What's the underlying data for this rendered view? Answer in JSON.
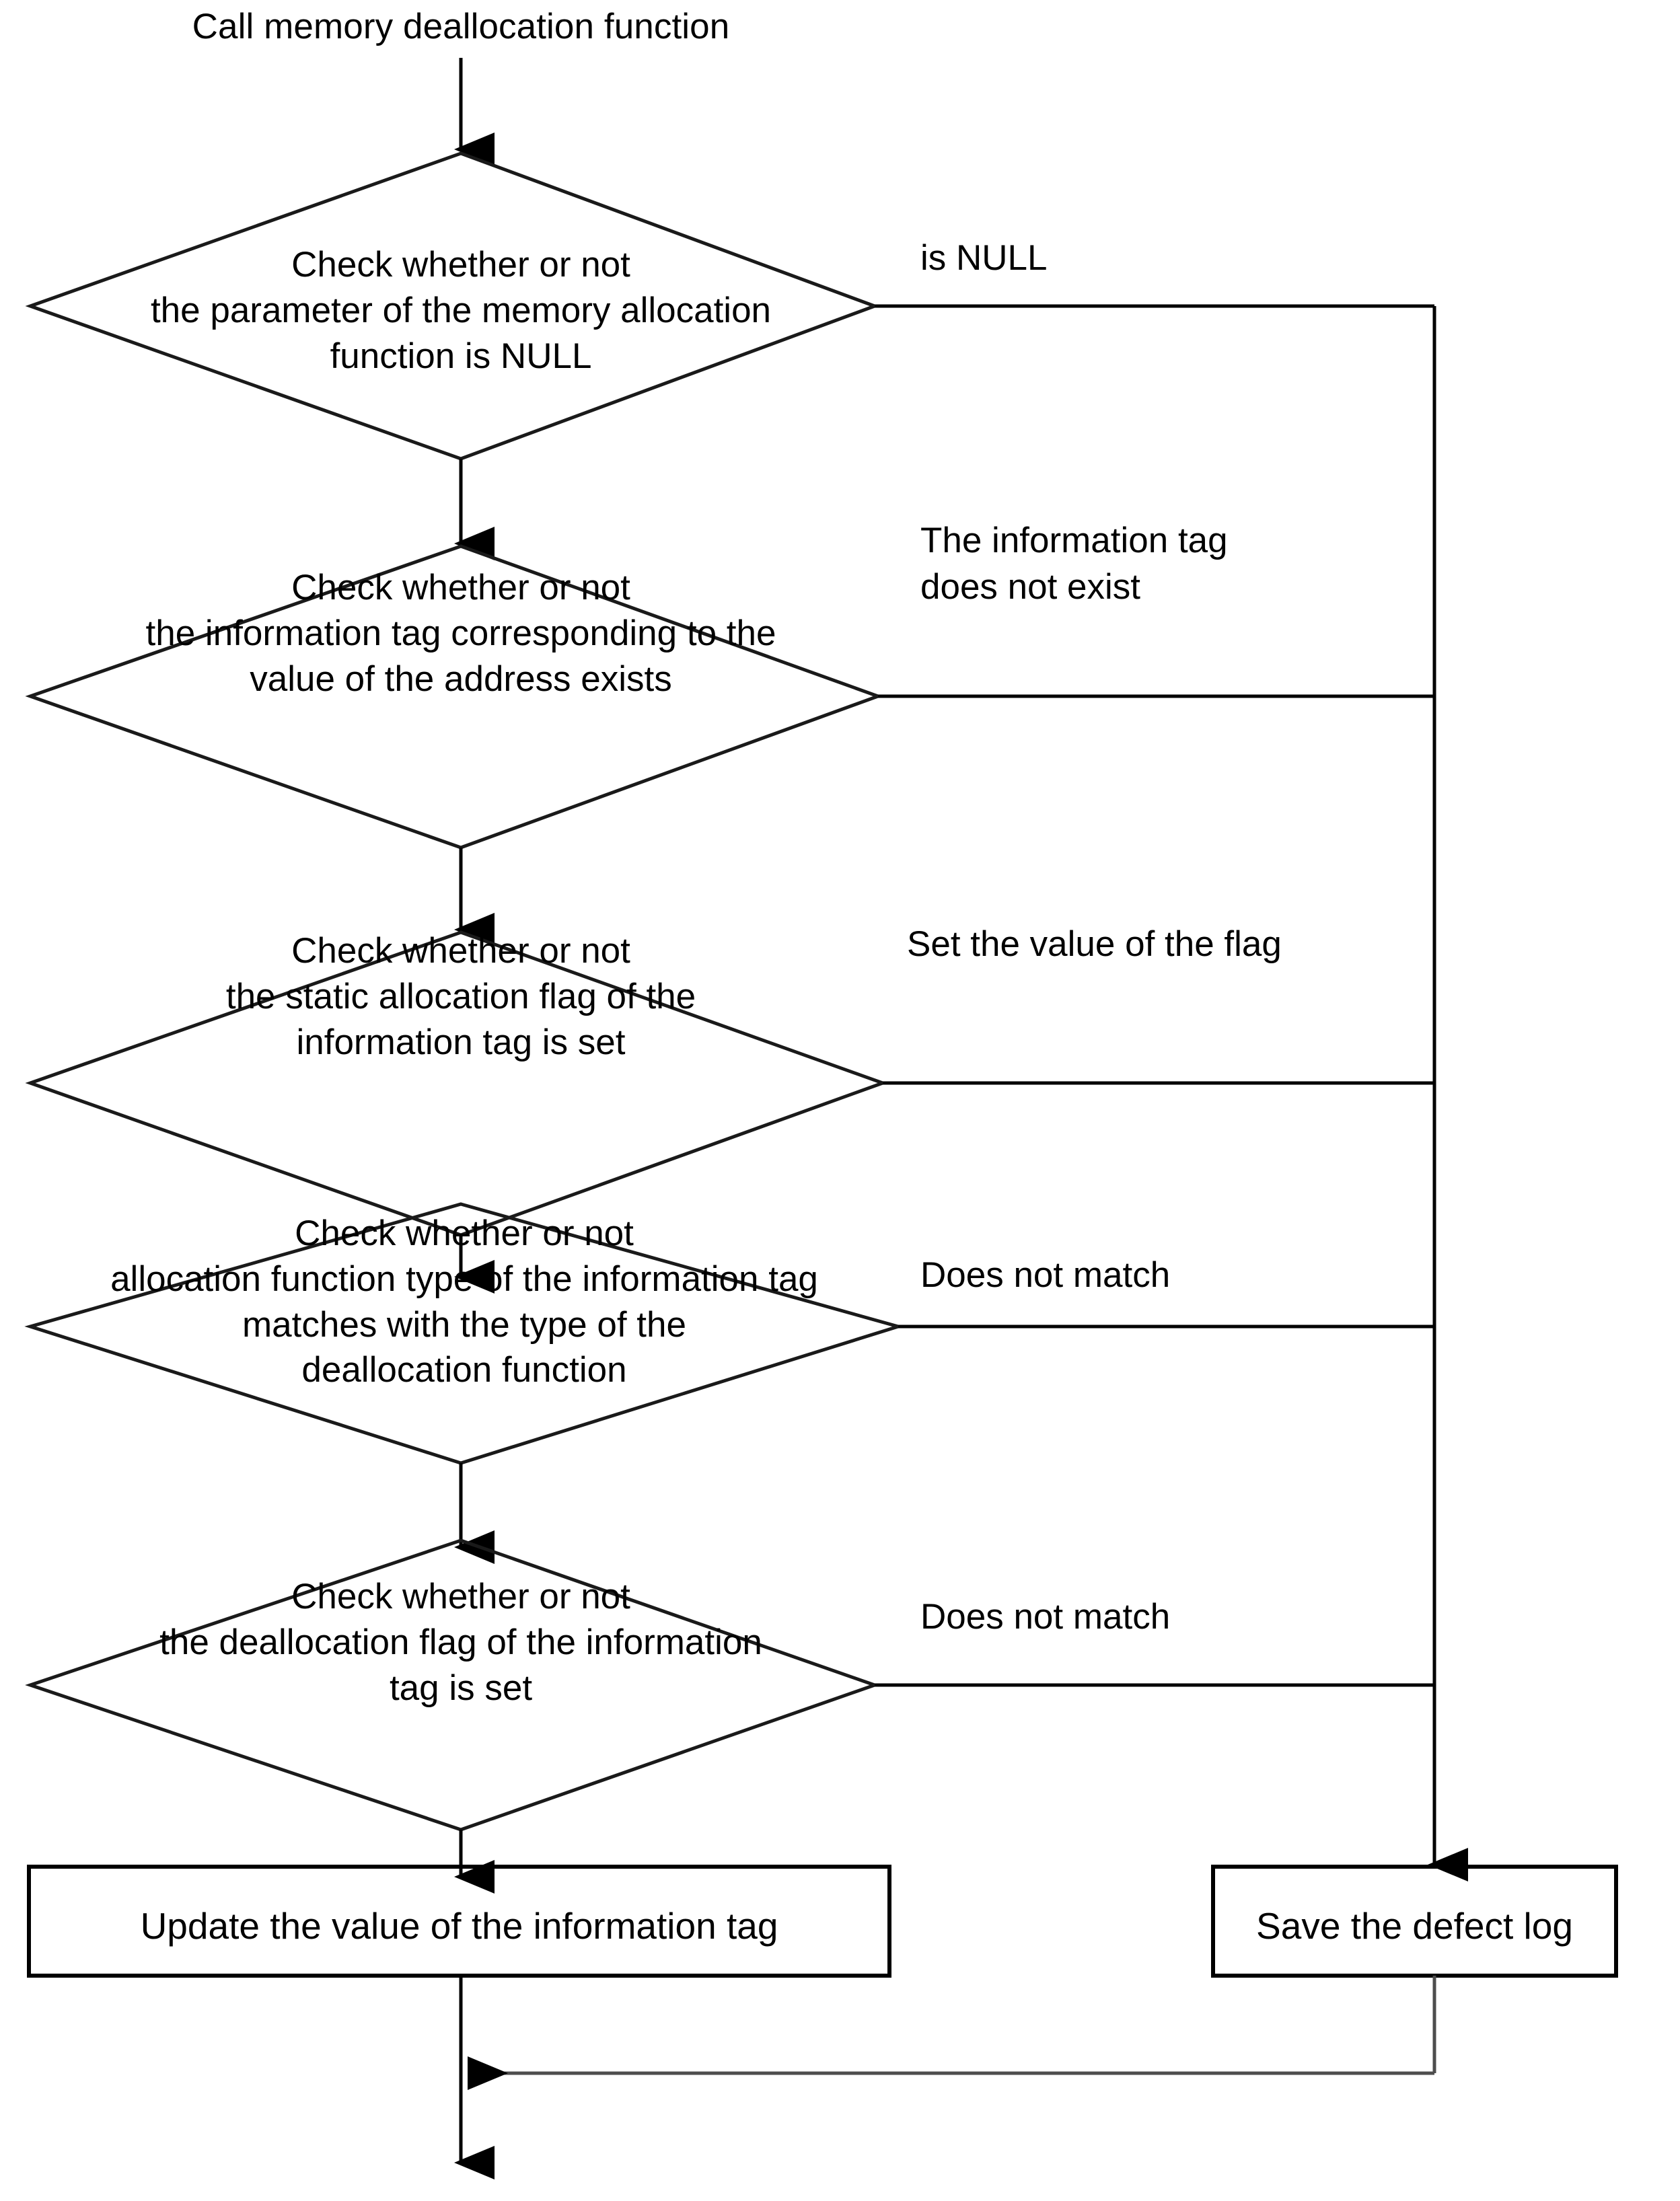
{
  "diagram": {
    "title": "Memory deallocation function defect detection flowchart",
    "type": "flowchart",
    "line_color": "#000000",
    "text_color": "#000000",
    "background": "#ffffff"
  },
  "start": {
    "label": "Call memory deallocation function"
  },
  "decisions": [
    {
      "id": "check-null",
      "label": "Check whether or not\nthe parameter of the memory allocation\nfunction is NULL",
      "branch_label": "is NULL"
    },
    {
      "id": "check-tag-exists",
      "label": "Check whether or not\nthe information tag corresponding to the\nvalue of the address exists",
      "branch_label": "The information tag\ndoes not exist"
    },
    {
      "id": "check-static-flag",
      "label": "Check whether or not\nthe static allocation flag of the\ninformation tag is set",
      "branch_label": "Set the value of the flag"
    },
    {
      "id": "check-type-match",
      "label": "Check whether or not\nallocation function type of the information tag\nmatches with the type of the\ndeallocation function",
      "branch_label": "Does not match"
    },
    {
      "id": "check-dealloc-flag",
      "label": "Check whether or not\nthe deallocation flag of the information\ntag is set",
      "branch_label": "Does not match"
    }
  ],
  "processes": [
    {
      "id": "update-tag",
      "label": "Update the value of the information tag"
    },
    {
      "id": "save-log",
      "label": "Save the defect log"
    }
  ]
}
